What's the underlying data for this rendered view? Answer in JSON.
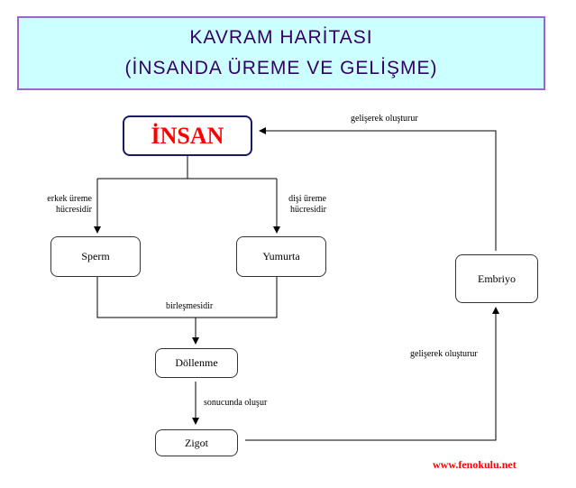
{
  "header": {
    "title_line1": "KAVRAM HARİTASI",
    "title_line2": "(İNSANDA ÜREME VE GELİŞME)"
  },
  "nodes": {
    "insan": "İNSAN",
    "sperm": "Sperm",
    "yumurta": "Yumurta",
    "dollenme": "Döllenme",
    "zigot": "Zigot",
    "embriyo": "Embriyo"
  },
  "edges": {
    "sperm_label_1": "erkek üreme",
    "sperm_label_2": "hücresidir",
    "yumurta_label_1": "dişi üreme",
    "yumurta_label_2": "hücresidir",
    "birlesme": "birleşmesidir",
    "sonuc": "sonucunda oluşur",
    "zigot_embriyo": "gelişerek oluşturur",
    "embriyo_insan": "gelişerek oluşturur"
  },
  "footer": {
    "site": "www.fenokulu.net"
  },
  "colors": {
    "banner_bg": "#ccffff",
    "banner_border": "#9966cc",
    "title_text": "#330066",
    "insan_text": "#ff0000",
    "site_text": "#ff0000"
  }
}
